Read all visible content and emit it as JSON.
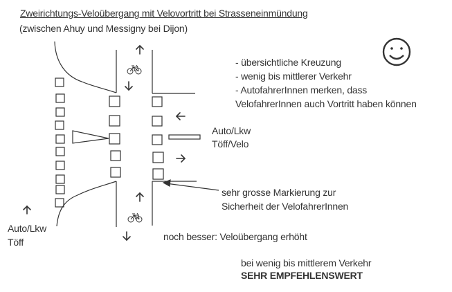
{
  "header": {
    "title": "Zweirichtungs-Veloübergang mit Velovortritt bei Strasseneinmündung ",
    "subtitle": "(zwischen Ahuy und Messigny bei Dijon)"
  },
  "notes": {
    "items": [
      "- übersichtliche Kreuzung",
      "- wenig bis mittlerer Verkehr",
      "- AutofahrerInnen merken, dass",
      "VelofahrerInnen auch Vortritt haben können"
    ],
    "rating_icon": "smiley-face-icon"
  },
  "labels": {
    "main_road_traffic": [
      "Auto/Lkw",
      "Töff/Velo"
    ],
    "side_road_traffic": [
      "Auto/Lkw",
      "Töff"
    ],
    "marking_callout": [
      "sehr grosse Markierung zur",
      "Sicherheit der VelofahrerInnen"
    ],
    "improvement": "noch besser: Veloübergang erhöht",
    "recommendation_condition": "bei wenig bis mittlerem Verkehr",
    "recommendation": "SEHR EMPFEHLENSWERT"
  },
  "icons": {
    "bike_path_top": "bicycle-icon",
    "bike_path_bottom": "bicycle-icon",
    "arrows": [
      "arrow-up",
      "arrow-down",
      "arrow-left",
      "arrow-right"
    ]
  },
  "colors": {
    "line": "#333333",
    "background": "#ffffff"
  }
}
